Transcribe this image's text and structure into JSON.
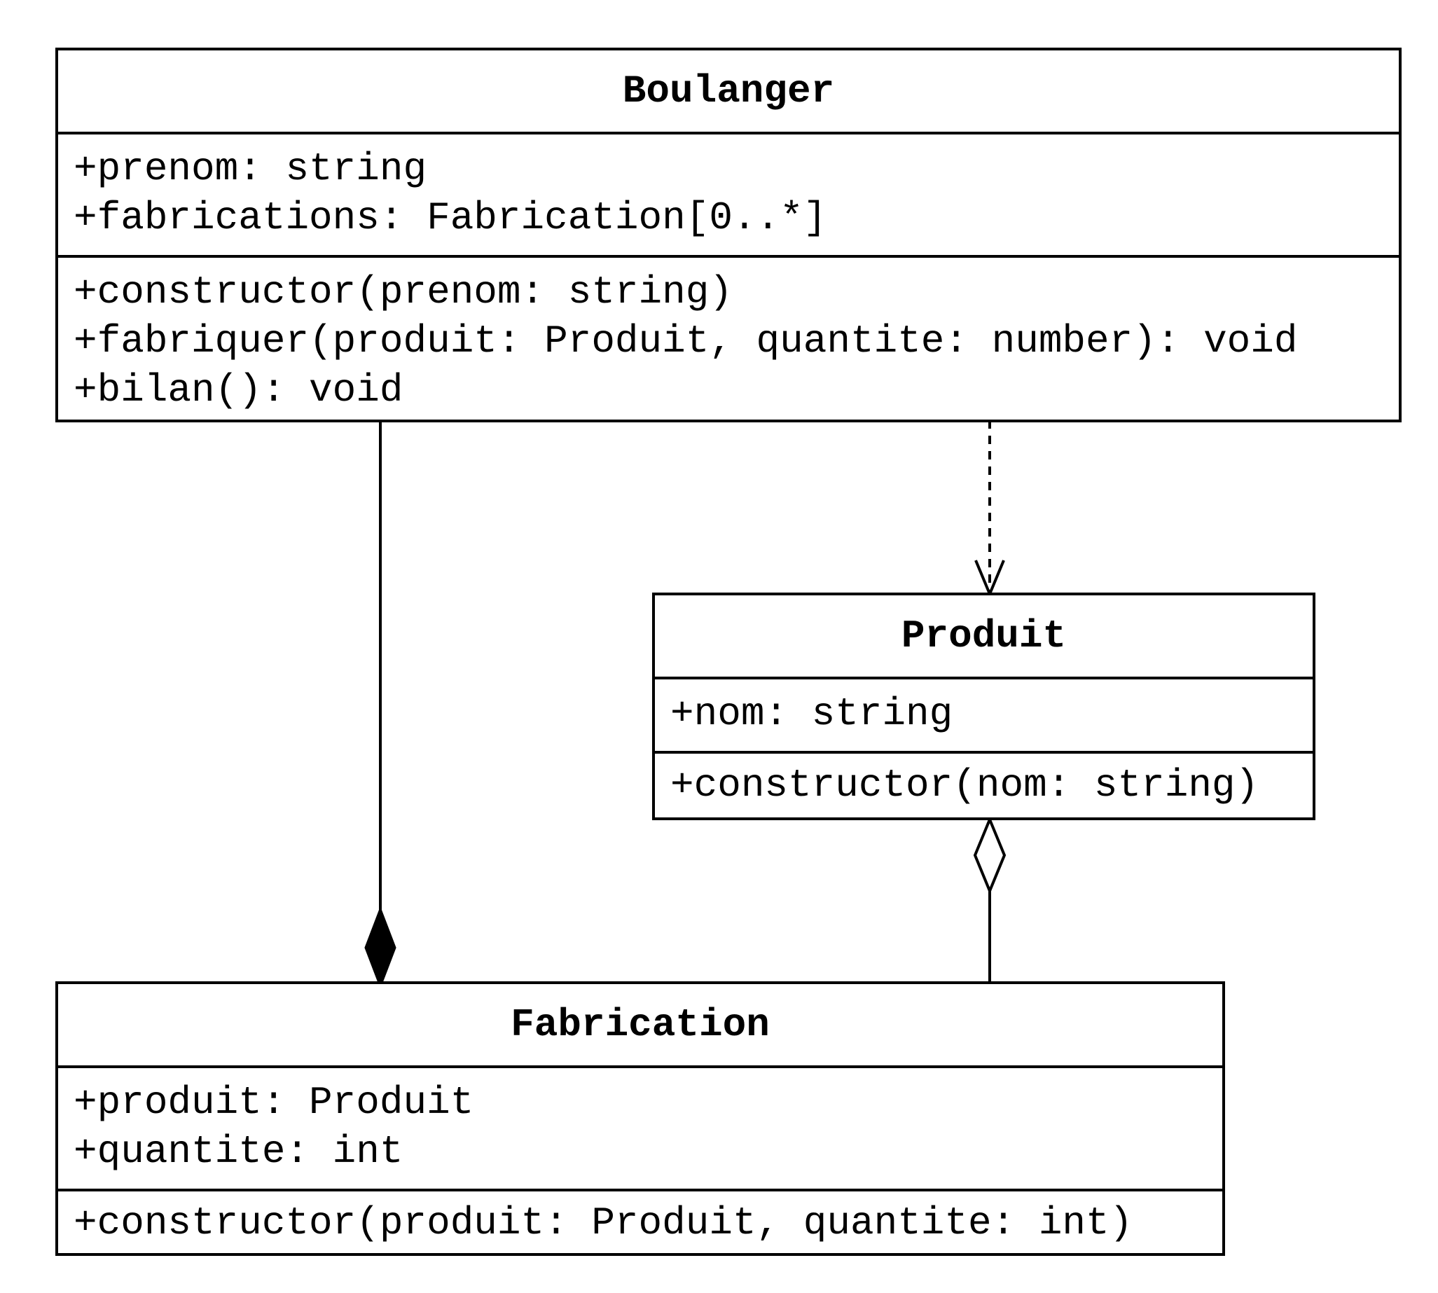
{
  "classes": {
    "boulanger": {
      "name": "Boulanger",
      "attributes": [
        "+prenom: string",
        "+fabrications: Fabrication[0..*]"
      ],
      "methods": [
        "+constructor(prenom: string)",
        "+fabriquer(produit: Produit, quantite: number): void",
        "+bilan(): void"
      ]
    },
    "produit": {
      "name": "Produit",
      "attributes": [
        "+nom: string"
      ],
      "methods": [
        "+constructor(nom: string)"
      ]
    },
    "fabrication": {
      "name": "Fabrication",
      "attributes": [
        "+produit: Produit",
        "+quantite: int"
      ],
      "methods": [
        "+constructor(produit: Produit, quantite: int)"
      ]
    }
  },
  "relations": [
    {
      "type": "composition",
      "from": "Boulanger",
      "to": "Fabrication"
    },
    {
      "type": "dependency",
      "from": "Boulanger",
      "to": "Produit"
    },
    {
      "type": "aggregation",
      "from": "Produit",
      "to": "Fabrication"
    }
  ],
  "colors": {
    "line": "#000000",
    "background": "#ffffff"
  }
}
